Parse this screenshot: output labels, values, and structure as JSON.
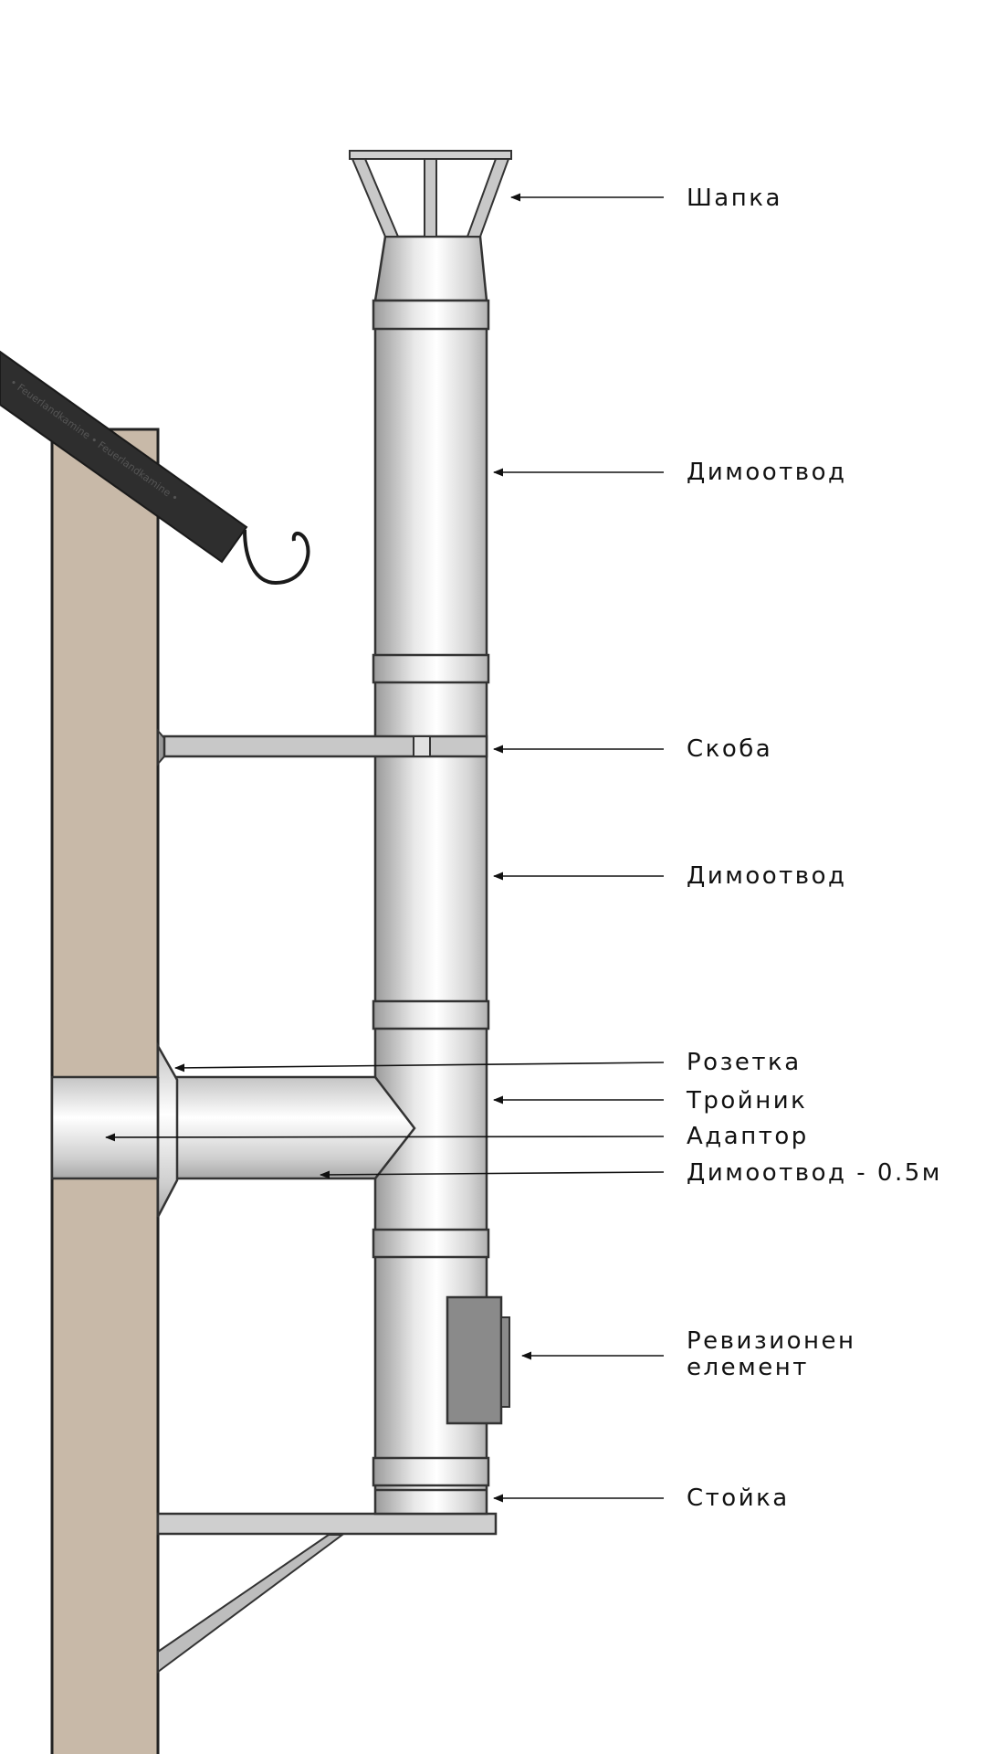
{
  "title": "Chimney system diagram",
  "watermark": "• Feuerlandkamine • Feuerlandkamine •",
  "colors": {
    "wall": "#c8b9a8",
    "roof": "#2e2e2e",
    "steel_light": "#ffffff",
    "steel_dark": "#9a9a9a",
    "outline": "#333333",
    "door": "#8a8a8a"
  },
  "labels": {
    "cap": "Шапка",
    "flue_upper": "Димоотвод",
    "bracket": "Скоба",
    "flue_middle": "Димоотвод",
    "rosette": "Розетка",
    "tee": "Тройник",
    "adapter": "Адаптор",
    "flue_short": "Димоотвод - 0.5м",
    "inspection_line1": "Ревизионен",
    "inspection_line2": "елемент",
    "support": "Стойка"
  }
}
